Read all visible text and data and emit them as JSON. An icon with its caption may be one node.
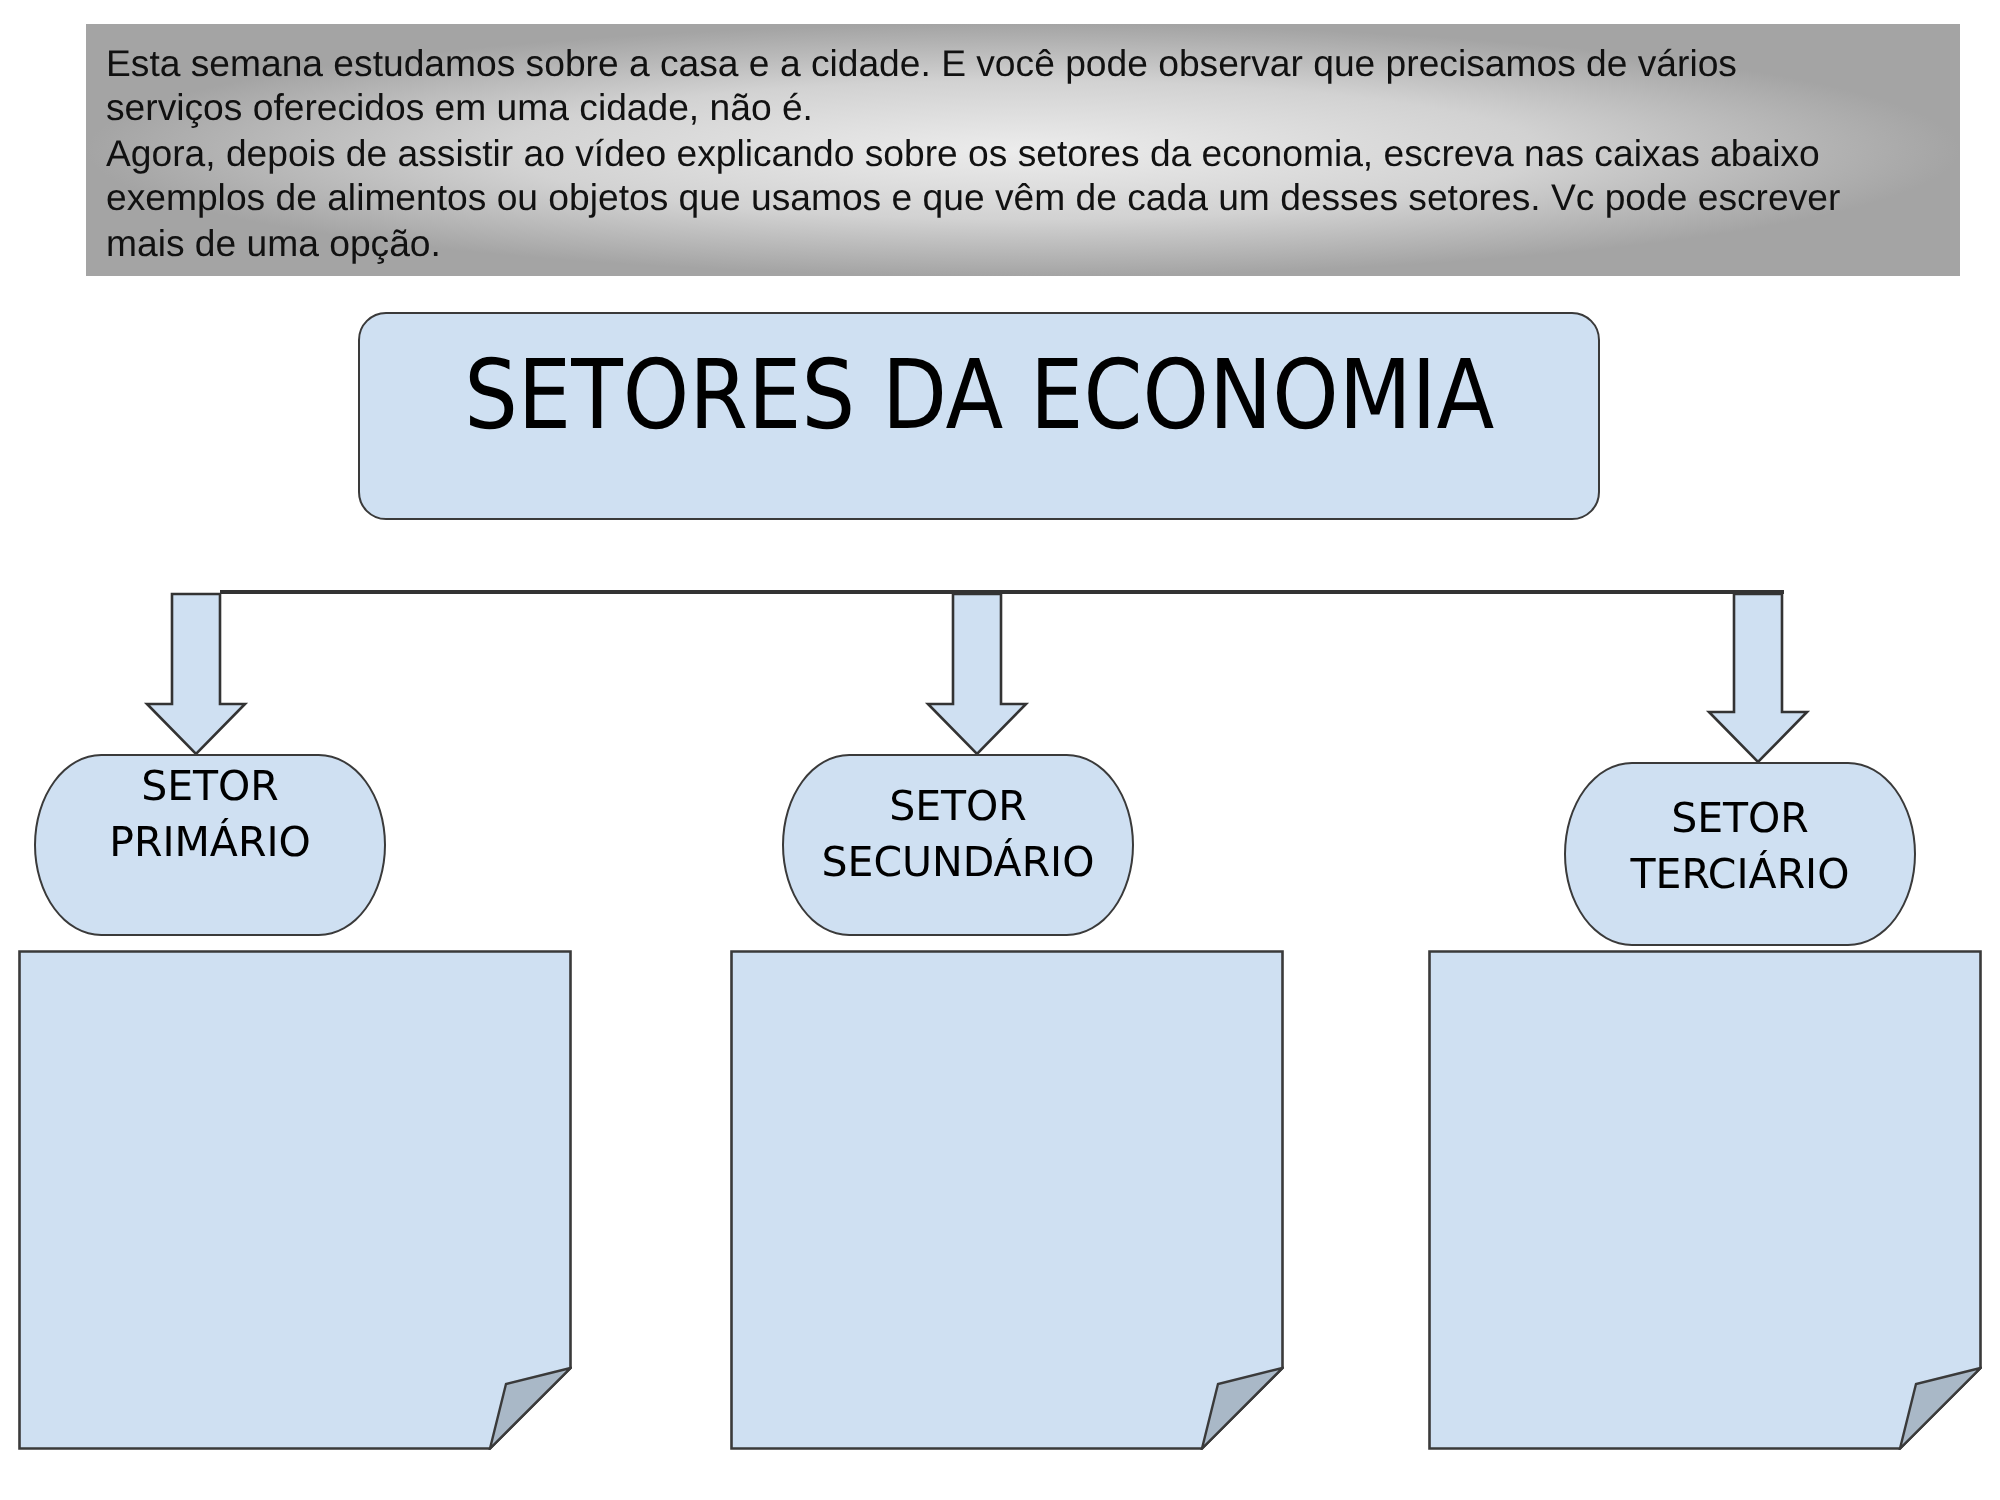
{
  "diagram": {
    "nodes": [
      {
        "text": [
          "Esta semana estudamos sobre a casa e a cidade. E você pode observar que precisamos de vários serviços oferecidos em uma cidade, não é.",
          "Agora, depois de assistir ao vídeo explicando sobre os setores da economia, escreva nas caixas abaixo exemplos de alimentos ou objetos que usamos e que vêm de cada um desses setores. Vc pode escrever mais de uma opção."
        ]
      },
      {
        "text": [
          "SETORES DA ECONOMIA"
        ]
      },
      {
        "text": [],
        "shape": "bar"
      },
      {
        "text": [
          "SETOR PRIMÁRIO"
        ]
      },
      {
        "text": [
          "SETOR SECUNDÁRIO"
        ]
      },
      {
        "text": [
          "SETOR TERCIÁRIO"
        ]
      },
      {
        "text": [],
        "shape": "note"
      },
      {
        "text": [],
        "shape": "note"
      },
      {
        "text": [],
        "shape": "note"
      }
    ],
    "edges": [
      {
        "from": 2,
        "to": 3,
        "arrow": "to"
      },
      {
        "from": 2,
        "to": 4,
        "arrow": "to"
      },
      {
        "from": 2,
        "to": 5,
        "arrow": "to"
      }
    ]
  }
}
